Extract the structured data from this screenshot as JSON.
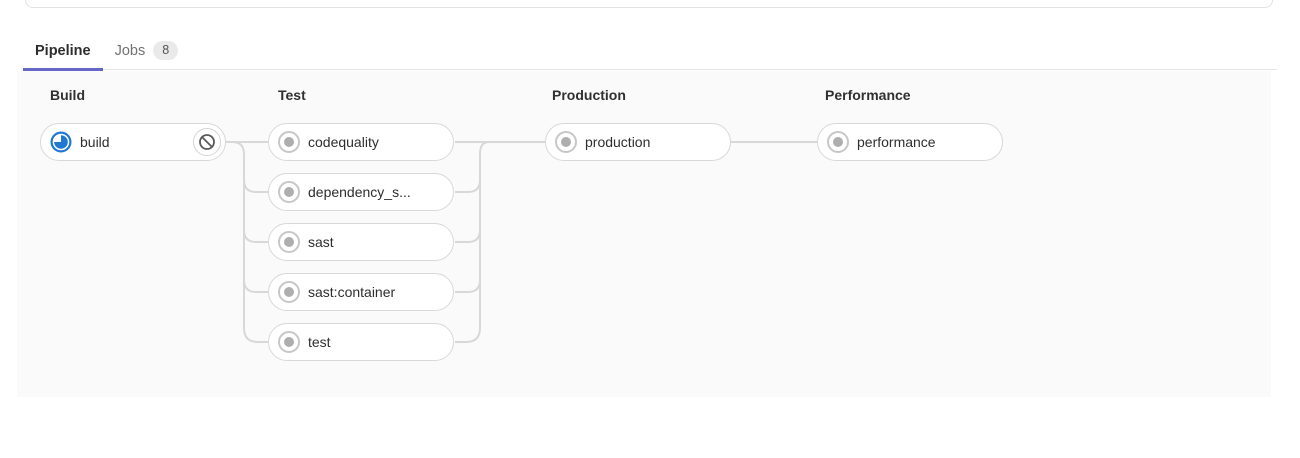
{
  "tabs": [
    {
      "label": "Pipeline",
      "active": true
    },
    {
      "label": "Jobs",
      "badge": "8",
      "active": false
    }
  ],
  "pipeline": {
    "stages": [
      {
        "title": "Build",
        "jobs": [
          {
            "name": "build",
            "status": "running",
            "action": "cancel"
          }
        ]
      },
      {
        "title": "Test",
        "jobs": [
          {
            "name": "codequality",
            "status": "created"
          },
          {
            "name": "dependency_s...",
            "status": "created"
          },
          {
            "name": "sast",
            "status": "created"
          },
          {
            "name": "sast:container",
            "status": "created"
          },
          {
            "name": "test",
            "status": "created"
          }
        ]
      },
      {
        "title": "Production",
        "jobs": [
          {
            "name": "production",
            "status": "created"
          }
        ]
      },
      {
        "title": "Performance",
        "jobs": [
          {
            "name": "performance",
            "status": "created"
          }
        ]
      }
    ]
  },
  "colors": {
    "active_tab_underline": "#6666c4",
    "running_status": "#1f78d1",
    "created_status": "#aeaeae",
    "pill_border": "#d8d8d8",
    "connector_line": "#d8d8d8",
    "graph_background": "#fafafa",
    "text_primary": "#2e2e2e",
    "text_secondary": "#707070"
  }
}
